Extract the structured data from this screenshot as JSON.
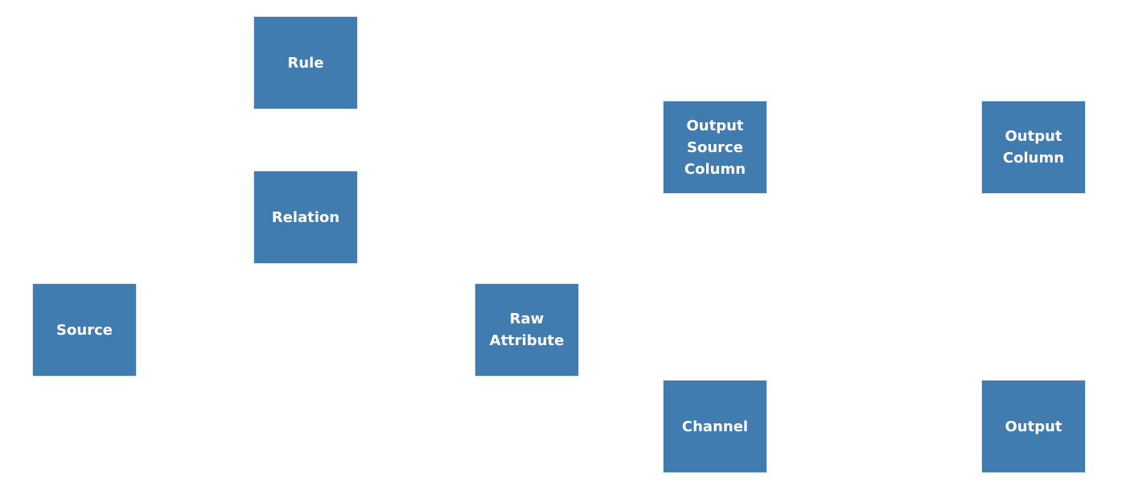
{
  "diagram": {
    "colors": {
      "node_fill": "#407cb0",
      "node_border": "#dbe6f0",
      "node_text": "#ffffff",
      "background": "#ffffff"
    },
    "nodes": {
      "rule": "Rule",
      "relation": "Relation",
      "source": "Source",
      "raw_attribute": "Raw\nAttribute",
      "output_source_column": "Output\nSource\nColumn",
      "output_column": "Output\nColumn",
      "channel": "Channel",
      "output": "Output"
    }
  }
}
